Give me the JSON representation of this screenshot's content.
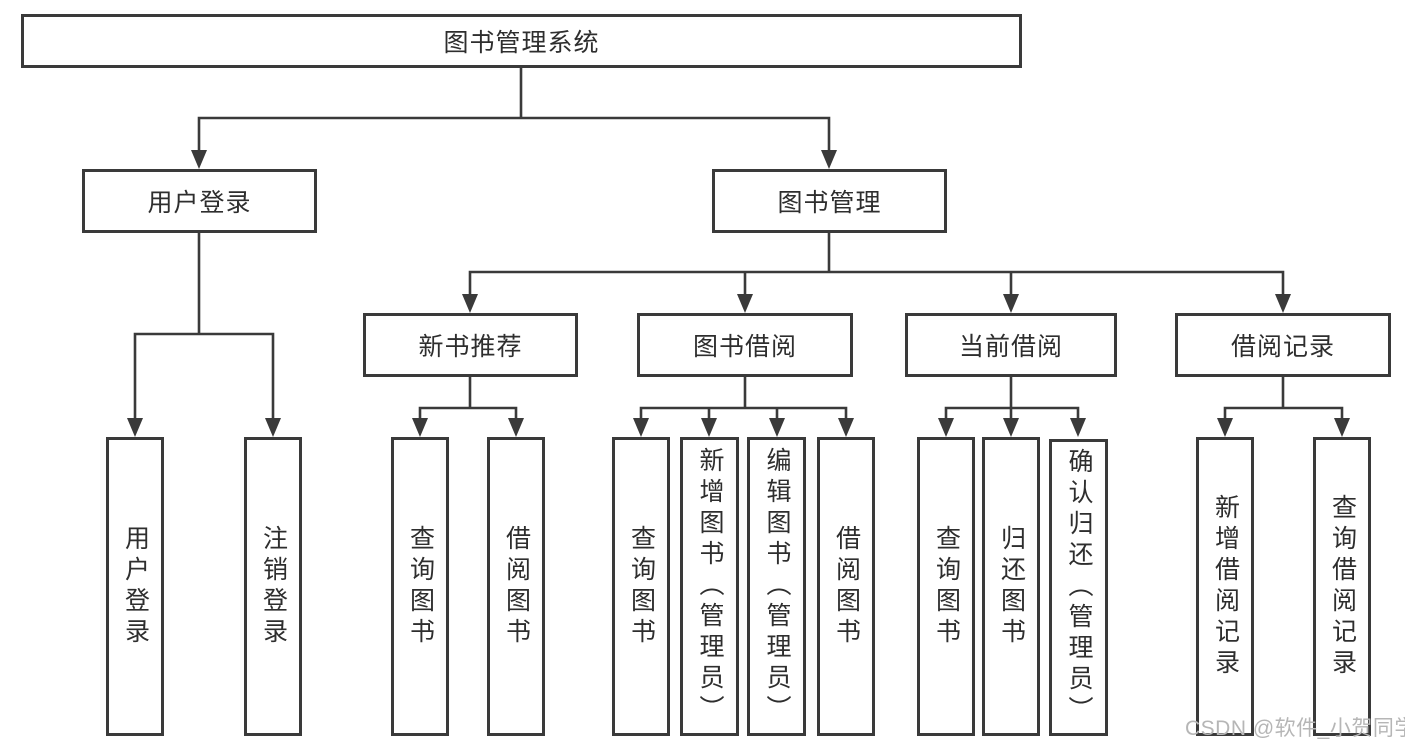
{
  "tree": {
    "root": {
      "label": "图书管理系统"
    },
    "branches": [
      {
        "label": "用户登录",
        "children": [
          {
            "label": "用户登录"
          },
          {
            "label": "注销登录"
          }
        ]
      },
      {
        "label": "图书管理",
        "children": [
          {
            "label": "新书推荐",
            "children": [
              {
                "label": "查询图书"
              },
              {
                "label": "借阅图书"
              }
            ]
          },
          {
            "label": "图书借阅",
            "children": [
              {
                "label": "查询图书"
              },
              {
                "label": "新增图书（管理员）"
              },
              {
                "label": "编辑图书（管理员）"
              },
              {
                "label": "借阅图书"
              }
            ]
          },
          {
            "label": "当前借阅",
            "children": [
              {
                "label": "查询图书"
              },
              {
                "label": "归还图书"
              },
              {
                "label": "确认归还（管理员）"
              }
            ]
          },
          {
            "label": "借阅记录",
            "children": [
              {
                "label": "新增借阅记录"
              },
              {
                "label": "查询借阅记录"
              }
            ]
          }
        ]
      }
    ]
  },
  "watermark": {
    "text": "CSDN @软件_小贺同学"
  },
  "colors": {
    "line": "#3a3a3a",
    "text": "#2e2e2e",
    "watermark": "#b6b6b6",
    "background": "#ffffff"
  }
}
